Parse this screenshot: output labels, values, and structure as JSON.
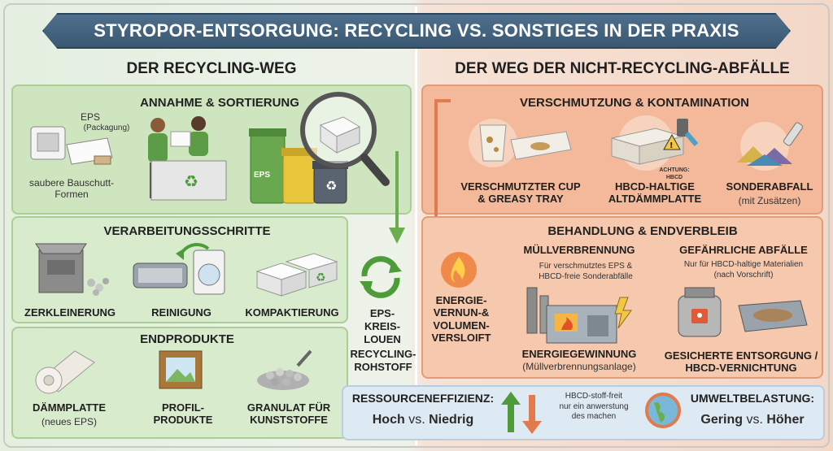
{
  "title": "STYROPOR-ENTSORGUNG: RECYCLING VS. SONSTIGES IN DER PRAXIS",
  "left": {
    "heading": "DER RECYCLING-WEG",
    "sorting": {
      "title": "ANNAHME & SORTIERUNG",
      "eps_label": "EPS",
      "eps_sub": "(Packagung)",
      "clean_forms": "saubere Bauschutt-Formen",
      "bin_label": "EPS"
    },
    "processing": {
      "title": "VERARBEITUNGSSCHRITTE",
      "steps": [
        "ZERKLEINERUNG",
        "REINIGUNG",
        "KOMPAKTIERUNG"
      ]
    },
    "loop": {
      "line1": "EPS-",
      "line2": "KREIS-",
      "line3": "LOUEN",
      "line4": "RECYCLING-",
      "line5": "ROHSTOFF"
    },
    "products": {
      "title": "ENDPRODUKTE",
      "items": [
        {
          "name": "DÄMMPLATTE",
          "sub": "(neues EPS)"
        },
        {
          "name": "PROFIL-\nPRODUKTE",
          "sub": ""
        },
        {
          "name": "GRANULAT FÜR\nKUNSTSTOFFE",
          "sub": ""
        }
      ]
    }
  },
  "right": {
    "heading": "DER WEG DER NICHT-RECYCLING-ABFÄLLE",
    "contamination": {
      "title": "VERSCHMUTZUNG & KONTAMINATION",
      "items": [
        {
          "name": "VERSCHMUTZTER CUP\n& GREASY TRAY",
          "sub": ""
        },
        {
          "name": "HBCD-HALTIGE\nALTDÄMMPLATTE",
          "sub": ""
        },
        {
          "name": "SONDERABFALL",
          "sub": "(mit Zusätzen)"
        }
      ],
      "warning": "ACHTUNG:\nHBCD"
    },
    "treatment": {
      "title": "BEHANDLUNG & ENDVERBLEIB",
      "energy": "ENERGIE-\nVERNUN-&\nVOLUMEN-\nVERSLOIFT",
      "incineration_title": "MÜLLVERBRENNUNG",
      "incineration_note": "Für verschmutztes EPS &\nHBCD-freie Sonderabfälle",
      "energy_recovery": "ENERGIEGEWINNUNG",
      "energy_recovery_sub": "(Müllverbrennungsanlage)",
      "hazardous_title": "GEFÄHRLICHE ABFÄLLE",
      "hazardous_note": "Nur für HBCD-haltige Materialien\n(nach Vorschrift)",
      "secured": "GESICHERTE ENTSORGUNG /\nHBCD-VERNICHTUNG"
    }
  },
  "footer": {
    "efficiency_label": "RESSOURCENEFFIZIENZ:",
    "efficiency_high": "Hoch",
    "vs1": "vs.",
    "efficiency_low": "Niedrig",
    "middle_note": "HBCD-stoff-freit\nnur ein anwerstung\ndes machen",
    "impact_label": "UMWELTBELASTUNG:",
    "impact_low": "Gering",
    "vs2": "vs.",
    "impact_high": "Höher"
  },
  "colors": {
    "banner": "#3f5f7b",
    "green_panel": "#cfe5c0",
    "orange_panel": "#f3b99a",
    "arrow_green": "#6aae4f",
    "arrow_orange": "#e27a4d"
  }
}
